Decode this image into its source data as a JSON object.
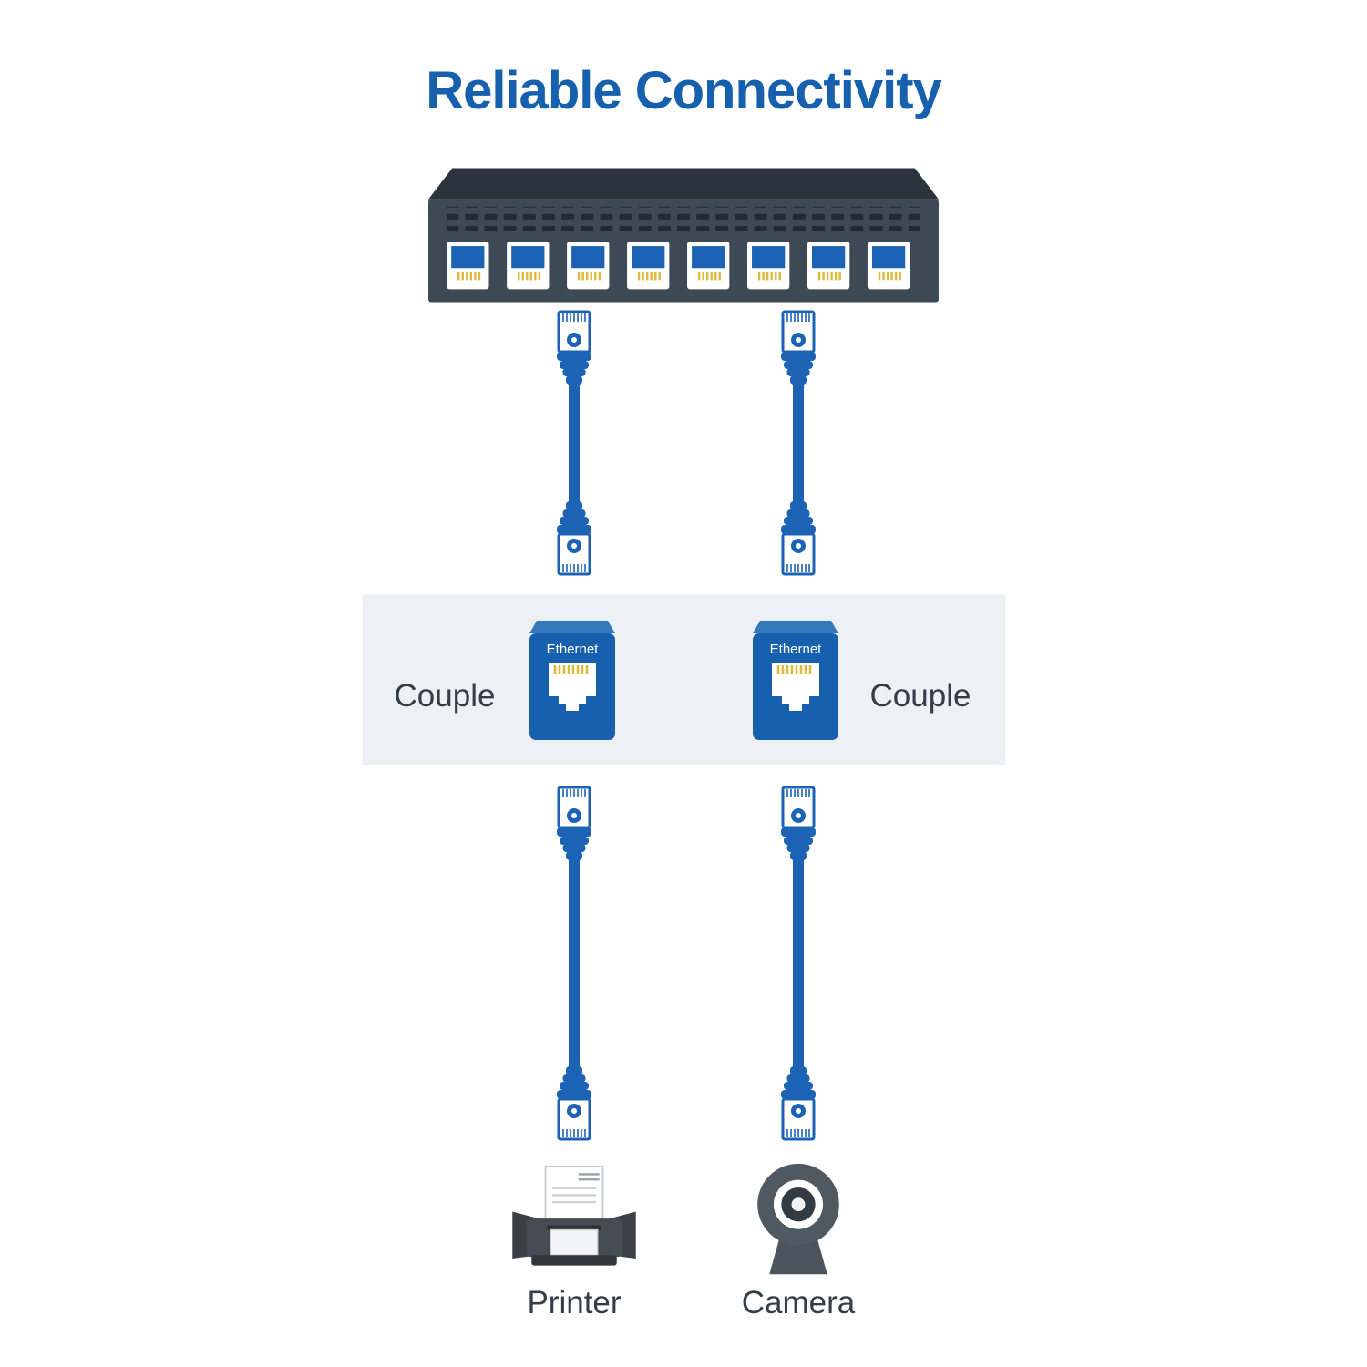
{
  "page": {
    "title": "Reliable Connectivity"
  },
  "colors": {
    "title_blue": "#1660ad",
    "cable_blue": "#1c63b5",
    "coupler_blue": "#1660ad",
    "coupler_top_blue": "#3579bd",
    "switch_top": "#2b333d",
    "switch_front": "#3e4956",
    "vent_dark": "#222a33",
    "pin_yellow": "#e3b93c",
    "band_gray": "#edf0f4",
    "text_dark": "#333e48",
    "device_gray": "#4b545c"
  },
  "couplers": [
    {
      "label": "Ethernet",
      "side_label": "Couple"
    },
    {
      "label": "Ethernet",
      "side_label": "Couple"
    }
  ],
  "devices": [
    {
      "label": "Printer"
    },
    {
      "label": "Camera"
    }
  ]
}
